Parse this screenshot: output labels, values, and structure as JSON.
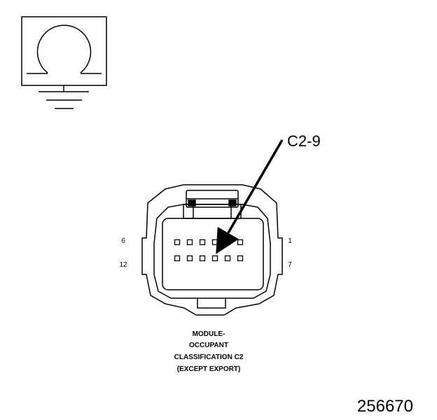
{
  "symbol": {
    "icon": "ohmmeter-ground-icon"
  },
  "connector": {
    "rows": [
      {
        "left_label": "6",
        "right_label": "1",
        "pins": 6
      },
      {
        "left_label": "12",
        "right_label": "7",
        "pins": 6
      }
    ],
    "highlighted_pin": 9
  },
  "callout": {
    "label": "C2-9"
  },
  "caption": {
    "lines": [
      "MODULE-",
      "OCCUPANT",
      "CLASSIFICATION C2",
      "(EXCEPT EXPORT)"
    ]
  },
  "figure_number": "256670"
}
